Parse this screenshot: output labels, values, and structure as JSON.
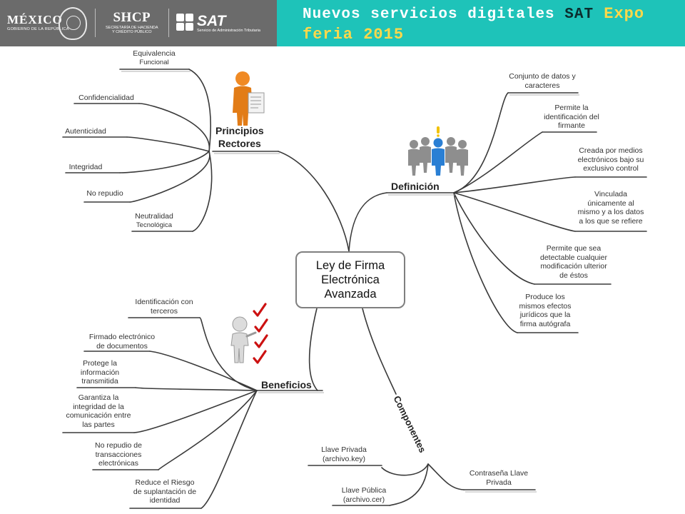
{
  "header": {
    "logo_mexico": "MÉXICO",
    "logo_mexico_sub": "GOBIERNO DE LA REPÚBLICA",
    "logo_shcp": "SHCP",
    "logo_shcp_sub1": "SECRETARÍA DE HACIENDA",
    "logo_shcp_sub2": "Y CRÉDITO PÚBLICO",
    "logo_sat": "SAT",
    "logo_sat_sub": "Servicio de Administración Tributaria",
    "title_part1": "Nuevos servicios digitales ",
    "title_sat": "SAT",
    "title_part2": " Expo",
    "title_line2": "feria 2015"
  },
  "center": {
    "line1": "Ley de Firma",
    "line2": "Electrónica",
    "line3": "Avanzada"
  },
  "principios": {
    "title1": "Principios",
    "title2": "Rectores",
    "items": [
      {
        "l1": "Equivalencia",
        "l2": "Funcional"
      },
      {
        "l1": "Confidencialidad",
        "l2": ""
      },
      {
        "l1": "Autenticidad",
        "l2": ""
      },
      {
        "l1": "Integridad",
        "l2": ""
      },
      {
        "l1": "No repudio",
        "l2": ""
      },
      {
        "l1": "Neutralidad",
        "l2": "Tecnológica"
      }
    ]
  },
  "definicion": {
    "title": "Definición",
    "items": [
      {
        "lines": [
          "Conjunto de datos y",
          "caracteres"
        ]
      },
      {
        "lines": [
          "Permite la",
          "identificación del",
          "firmante"
        ]
      },
      {
        "lines": [
          "Creada por medios",
          "electrónicos bajo su",
          "exclusivo control"
        ]
      },
      {
        "lines": [
          "Vinculada",
          "únicamente al",
          "mismo y a los datos",
          "a los que se refiere"
        ]
      },
      {
        "lines": [
          "Permite que sea",
          "detectable cualquier",
          "modificación ulterior",
          "de éstos"
        ]
      },
      {
        "lines": [
          "Produce los",
          "mismos efectos",
          "jurídicos que la",
          "firma autógrafa"
        ]
      }
    ]
  },
  "beneficios": {
    "title": "Beneficios",
    "items": [
      {
        "lines": [
          "Identificación con",
          "terceros"
        ]
      },
      {
        "lines": [
          "Firmado electrónico",
          "de documentos"
        ]
      },
      {
        "lines": [
          "Protege la",
          "información",
          "transmitida"
        ]
      },
      {
        "lines": [
          "Garantiza la",
          "integridad de la",
          "comunicación entre",
          "las partes"
        ]
      },
      {
        "lines": [
          "No repudio de",
          "transacciones",
          "electrónicas"
        ]
      },
      {
        "lines": [
          "Reduce el Riesgo",
          "de suplantación de",
          "identidad"
        ]
      }
    ]
  },
  "componentes": {
    "title": "Componentes",
    "items": [
      {
        "lines": [
          "Llave Privada",
          "(archivo.key)"
        ]
      },
      {
        "lines": [
          "Llave Pública",
          "(archivo.cer)"
        ]
      },
      {
        "lines": [
          "Contraseña Llave",
          "Privada"
        ]
      }
    ]
  },
  "colors": {
    "header_gray": "#6b6b6b",
    "header_teal": "#1ec3b9",
    "title_yellow": "#ffd84a",
    "line_dark": "#3a3a3a",
    "figure_orange": "#f08a24",
    "figure_blue": "#2a7fd4",
    "check_red": "#cc1111"
  },
  "icons": [
    "person-document-icon",
    "group-idea-icon",
    "person-checklist-icon"
  ]
}
